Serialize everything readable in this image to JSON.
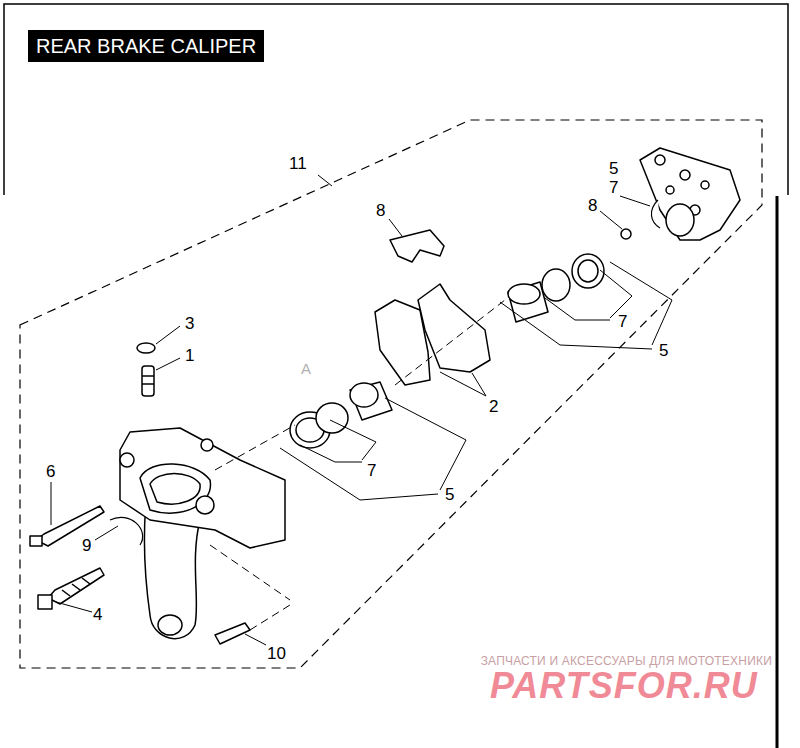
{
  "diagram": {
    "title": "REAR BRAKE CALIPER",
    "labels": [
      "11",
      "8",
      "5",
      "7",
      "8",
      "3",
      "1",
      "A",
      "2",
      "7",
      "5",
      "7",
      "6",
      "5",
      "9",
      "4",
      "10",
      "ЗАПЧАСТИ И АКСЕССУАРЫ ДЛЯ МОТОТЕХНИКИ",
      "PARTSFOR.RU"
    ]
  }
}
